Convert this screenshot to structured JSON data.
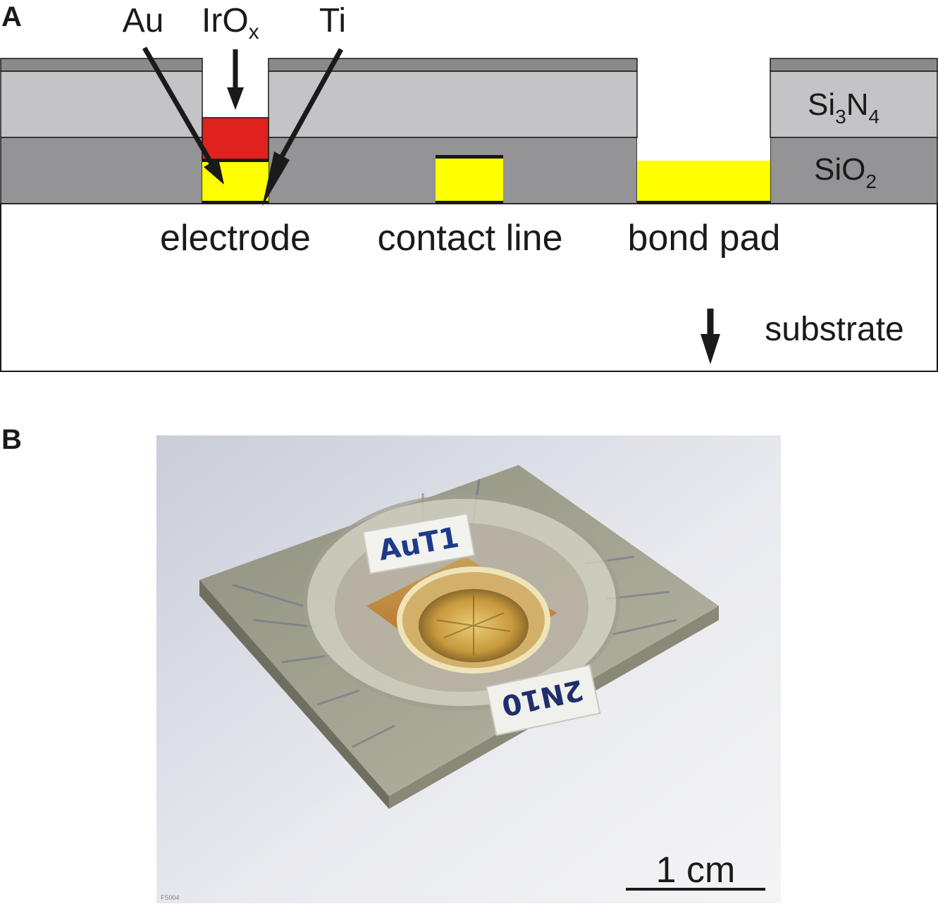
{
  "panel_a": {
    "letter": "A",
    "labels": {
      "au": "Au",
      "irox_base": "IrO",
      "irox_sub": "x",
      "ti": "Ti",
      "si3n4_si": "Si",
      "si3n4_3": "3",
      "si3n4_n": "N",
      "si3n4_4": "4",
      "sio2_base": "SiO",
      "sio2_sub": "2",
      "electrode": "electrode",
      "contact_line": "contact line",
      "bond_pad": "bond pad",
      "substrate": "substrate"
    },
    "colors": {
      "si3n4_top": "#8a8a8a",
      "si3n4": "#c4c4c6",
      "sio2": "#949496",
      "gold": "#ffff00",
      "iridium_oxide": "#e0221e",
      "titanium": "#1a1a1a",
      "substrate": "#ffffff"
    }
  },
  "panel_b": {
    "letter": "B",
    "chip_label_top": "AuT1",
    "chip_label_bottom": "2N10",
    "corner_mark": "FS004",
    "scale_bar": "1 cm"
  }
}
